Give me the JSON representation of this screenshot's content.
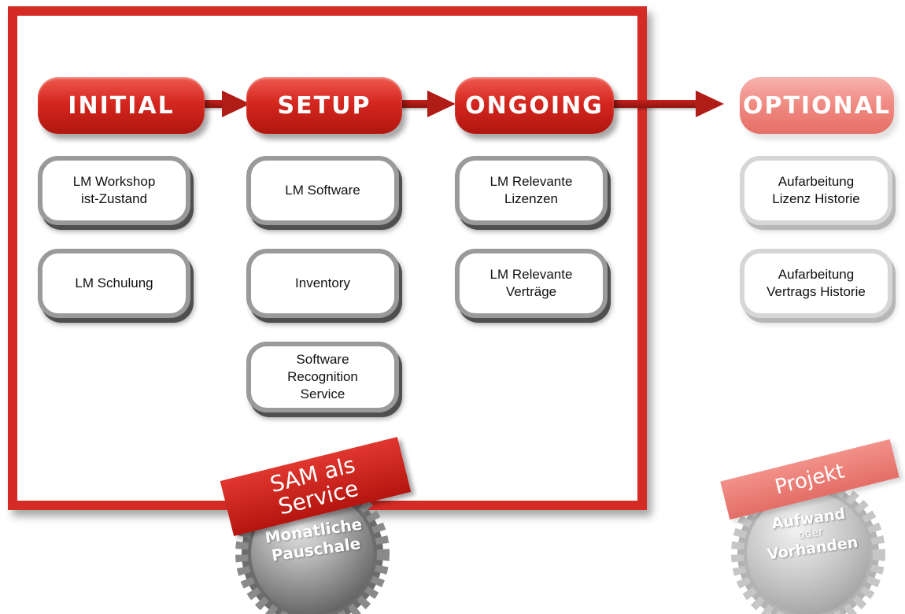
{
  "phases": [
    {
      "label": "INITIAL"
    },
    {
      "label": "SETUP"
    },
    {
      "label": "ONGOING"
    },
    {
      "label": "OPTIONAL"
    }
  ],
  "initial_items": [
    "LM Workshop\nist-Zustand",
    "LM Schulung"
  ],
  "setup_items": [
    "LM Software",
    "Inventory",
    "Software\nRecognition\nService"
  ],
  "ongoing_items": [
    "LM Relevante\nLizenzen",
    "LM Relevante\nVerträge"
  ],
  "optional_items": [
    "Aufarbeitung\nLizenz Historie",
    "Aufarbeitung\nVertrags Historie"
  ],
  "service_badge": {
    "tag_line1": "SAM als",
    "tag_line2": "Service",
    "gear_line1": "Monatliche",
    "gear_line2": "Pauschale"
  },
  "project_badge": {
    "tag": "Projekt",
    "gear_line1": "Aufwand",
    "gear_line2": "oder",
    "gear_line3": "Vorhanden"
  },
  "colors": {
    "accent": "#d42b25",
    "faded_accent": "#ef8981",
    "box_border": "#9a9a9a"
  }
}
